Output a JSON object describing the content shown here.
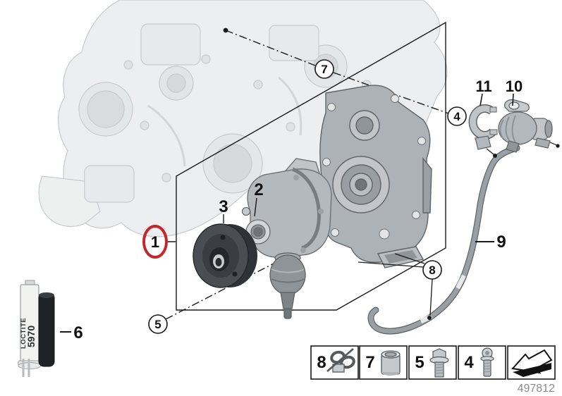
{
  "callouts": {
    "c1": "1",
    "c2": "2",
    "c3": "3",
    "c4": "4",
    "c5": "5",
    "c6": "6",
    "c7": "7",
    "c8": "8",
    "c9": "9",
    "c10": "10",
    "c11": "11"
  },
  "consumable": {
    "brand": "LOCTITE",
    "code": "5970"
  },
  "legend": {
    "items": [
      {
        "label": "8",
        "icon": "hose-clamp-icon"
      },
      {
        "label": "7",
        "icon": "sleeve-bushing-icon"
      },
      {
        "label": "5",
        "icon": "flange-bolt-icon"
      },
      {
        "label": "4",
        "icon": "torx-bolt-icon"
      }
    ],
    "nav_arrow_icon": "back-arrow-icon"
  },
  "footer": {
    "diagram_number": "497812"
  },
  "colors": {
    "callout_red": "#c1272d"
  }
}
